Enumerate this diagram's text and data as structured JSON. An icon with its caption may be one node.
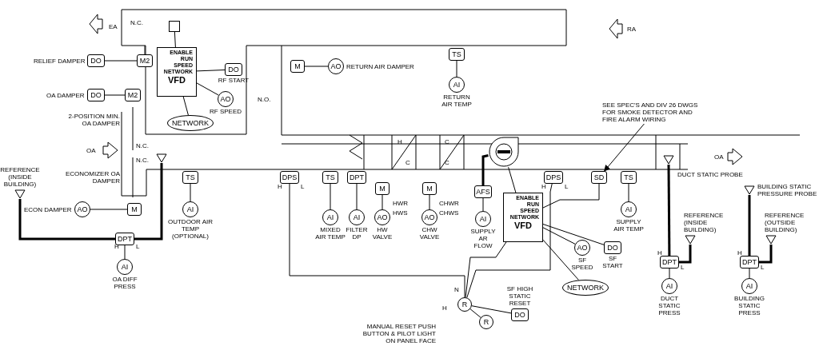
{
  "diagram": {
    "nodes": [
      {
        "text": [
          "DO"
        ],
        "beside": [
          "RELIEF DAMPER"
        ]
      },
      {
        "text": [
          "M2"
        ]
      },
      {
        "text": [],
        "shape": "box"
      },
      {
        "text": [
          "ENABLE",
          "RUN",
          "SPEED",
          "NETWORK",
          "VFD"
        ]
      },
      {
        "text": [
          "DO"
        ],
        "beside": [
          "RF START"
        ]
      },
      {
        "text": [
          "AO"
        ],
        "beside": [
          "RF SPEED"
        ]
      },
      {
        "text": [
          "NETWORK"
        ]
      },
      {
        "text": [
          "DO"
        ],
        "beside": [
          "OA DAMPER"
        ]
      },
      {
        "text": [
          "M2"
        ]
      },
      {
        "text": [
          "M"
        ]
      },
      {
        "text": [
          "AO"
        ],
        "beside": [
          "RETURN AIR DAMPER"
        ]
      },
      {
        "text": [
          "TS"
        ]
      },
      {
        "text": [
          "AI"
        ],
        "beside": [
          "RETURN AIR TEMP"
        ]
      },
      {
        "text": [],
        "shape": "triangle",
        "beside": [
          "REFERENCE (INSIDE BUILDING)"
        ]
      },
      {
        "text": [
          "AO"
        ],
        "beside": [
          "ECON DAMPER"
        ]
      },
      {
        "text": [
          "M"
        ]
      },
      {
        "text": [],
        "shape": "triangle"
      },
      {
        "text": [
          "TS"
        ]
      },
      {
        "text": [
          "AI"
        ],
        "beside": [
          "OUTDOOR AIR TEMP (OPTIONAL)"
        ]
      },
      {
        "text": [
          "DPT"
        ]
      },
      {
        "text": [
          "AI"
        ],
        "beside": [
          "OA DIFF PRESS"
        ]
      },
      {
        "text": [
          "DPS"
        ]
      },
      {
        "text": [
          "TS"
        ]
      },
      {
        "text": [
          "AI"
        ],
        "beside": [
          "MIXED AIR TEMP"
        ]
      },
      {
        "text": [
          "DPT"
        ]
      },
      {
        "text": [
          "AI"
        ],
        "beside": [
          "FILTER DP"
        ]
      },
      {
        "text": [
          "M"
        ]
      },
      {
        "text": [
          "AO"
        ],
        "beside": [
          "HW VALVE"
        ]
      },
      {
        "text": [
          "M"
        ]
      },
      {
        "text": [
          "AO"
        ],
        "beside": [
          "CHW VALVE"
        ]
      },
      {
        "text": [],
        "shape": "picture"
      },
      {
        "text": [
          "AFS"
        ]
      },
      {
        "text": [
          "AI"
        ],
        "beside": [
          "SUPPLY AR FLOW"
        ]
      },
      {
        "text": [
          "ENABLE",
          "RUN",
          "SPEED",
          "NETWORK",
          "VFD"
        ]
      },
      {
        "text": [
          "AO"
        ],
        "beside": [
          "SF SPEED"
        ]
      },
      {
        "text": [
          "DO"
        ],
        "beside": [
          "SF START"
        ]
      },
      {
        "text": [
          "NETWORK"
        ]
      },
      {
        "text": [
          "DPS"
        ]
      },
      {
        "text": [
          "SEE SPEC'S AND DIV 26 DWGS FOR SMOKE DETECTOR AND FIRE ALARM WIRING"
        ]
      },
      {
        "text": [
          "SD"
        ]
      },
      {
        "text": [
          "TS"
        ]
      },
      {
        "text": [
          "AI"
        ],
        "beside": [
          "SUPPLY AIR TEMP"
        ]
      },
      {
        "text": [],
        "shape": "triangle",
        "beside": [
          "DUCT STATIC PROBE"
        ]
      },
      {
        "text": [],
        "shape": "triangle",
        "beside": [
          "REFERENCE (INSIDE BUILDING)"
        ]
      },
      {
        "text": [
          "DPT"
        ]
      },
      {
        "text": [
          "AI"
        ],
        "beside": [
          "DUCT STATIC PRESS"
        ]
      },
      {
        "text": [],
        "shape": "triangle",
        "beside": [
          "BUILDING STATIC PRESSURE PROBE"
        ]
      },
      {
        "text": [],
        "shape": "triangle",
        "beside": [
          "REFERENCE (OUTSIDE BUILDING)"
        ]
      },
      {
        "text": [
          "DPT"
        ]
      },
      {
        "text": [
          "AI"
        ],
        "beside": [
          "BUILDING STATIC PRESS"
        ]
      },
      {
        "text": [
          "R"
        ]
      },
      {
        "text": [
          "R"
        ]
      },
      {
        "text": [
          "DO"
        ],
        "beside": [
          "SF HIGH STATIC RESET"
        ]
      }
    ],
    "edges": [
      {
        "from": 0,
        "to": 1,
        "arrow": "none"
      },
      {
        "from": 2,
        "to": 3,
        "arrow": "none"
      },
      {
        "from": 3,
        "to": 4,
        "arrow": "none"
      },
      {
        "from": 3,
        "to": 5,
        "arrow": "none"
      },
      {
        "from": 3,
        "to": 6,
        "arrow": "none"
      },
      {
        "from": 7,
        "to": 8,
        "arrow": "none"
      },
      {
        "from": 9,
        "to": 10,
        "arrow": "none"
      },
      {
        "from": 11,
        "to": 12,
        "arrow": "none"
      },
      {
        "from": 13,
        "to": 19,
        "arrow": "none",
        "style": "thick"
      },
      {
        "from": 16,
        "to": 19,
        "arrow": "none",
        "style": "thick"
      },
      {
        "from": 14,
        "to": 15,
        "arrow": "none"
      },
      {
        "from": 17,
        "to": 18,
        "arrow": "none"
      },
      {
        "from": 19,
        "to": 20,
        "arrow": "none"
      },
      {
        "from": 22,
        "to": 23,
        "arrow": "none"
      },
      {
        "from": 24,
        "to": 25,
        "arrow": "none"
      },
      {
        "from": 26,
        "to": 27,
        "arrow": "none"
      },
      {
        "from": 28,
        "to": 29,
        "arrow": "none"
      },
      {
        "from": 30,
        "to": 31,
        "arrow": "none",
        "style": "thick"
      },
      {
        "from": 30,
        "to": 33,
        "arrow": "none"
      },
      {
        "from": 31,
        "to": 32,
        "arrow": "none"
      },
      {
        "from": 33,
        "to": 39,
        "arrow": "none"
      },
      {
        "from": 33,
        "to": 35,
        "arrow": "none"
      },
      {
        "from": 33,
        "to": 34,
        "arrow": "none"
      },
      {
        "from": 33,
        "to": 36,
        "arrow": "none"
      },
      {
        "from": 21,
        "to": 50,
        "arrow": "none"
      },
      {
        "from": 37,
        "to": 50,
        "arrow": "none"
      },
      {
        "from": 33,
        "to": 50,
        "arrow": "none"
      },
      {
        "from": 50,
        "to": 51,
        "arrow": "none"
      },
      {
        "from": 52,
        "to": 50,
        "arrow": "none"
      },
      {
        "from": 38,
        "to": 39,
        "arrow": "to"
      },
      {
        "from": 40,
        "to": 41,
        "arrow": "none"
      },
      {
        "from": 42,
        "to": 44,
        "arrow": "none",
        "style": "thick"
      },
      {
        "from": 43,
        "to": 44,
        "arrow": "none",
        "style": "thick"
      },
      {
        "from": 44,
        "to": 45,
        "arrow": "none"
      },
      {
        "from": 46,
        "to": 48,
        "arrow": "none",
        "style": "thick"
      },
      {
        "from": 47,
        "to": 48,
        "arrow": "none",
        "style": "thick"
      },
      {
        "from": 48,
        "to": 49,
        "arrow": "none"
      }
    ],
    "labels": [
      "EA",
      "N.C.",
      "N.O.",
      "2-POSITION MIN. OA DAMPER",
      "N.C.",
      "OA",
      "N.C.",
      "ECONOMIZER OA DAMPER",
      "RA",
      "H",
      "L",
      "H",
      "L",
      "H",
      "L",
      "H",
      "C",
      "C",
      "C",
      "HWR",
      "HWS",
      "CHWR",
      "CHWS",
      "OA",
      "H",
      "L",
      "H",
      "L",
      "N",
      "H",
      "MANUAL RESET PUSH BUTTON & PILOT LIGHT ON PANEL FACE"
    ]
  }
}
